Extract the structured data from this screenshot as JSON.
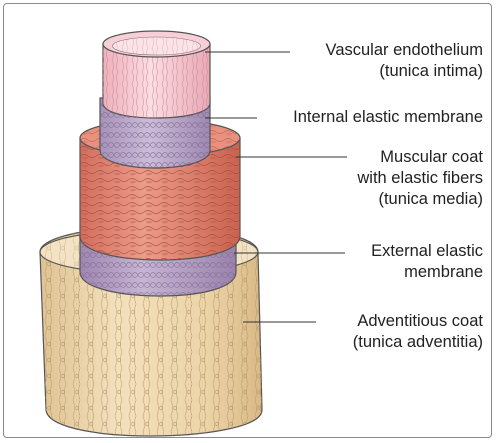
{
  "labels": {
    "endothelium": {
      "line1": "Vascular endothelium",
      "line2": "(tunica intima)"
    },
    "internal_membrane": {
      "line1": "Internal elastic membrane"
    },
    "muscular": {
      "line1": "Muscular coat",
      "line2": "with elastic fibers",
      "line3": "(tunica media)"
    },
    "external_membrane": {
      "line1": "External elastic",
      "line2": "membrane"
    },
    "adventitia": {
      "line1": "Adventitious coat",
      "line2": "(tunica adventitia)"
    }
  },
  "colors": {
    "intima": "#f2c4cc",
    "internal_elastic": "#b9a6c6",
    "media": "#e38a79",
    "external_elastic": "#b7a2c4",
    "adventitia": "#efd8b0",
    "outline": "#444444",
    "leader_line": "#333333"
  }
}
